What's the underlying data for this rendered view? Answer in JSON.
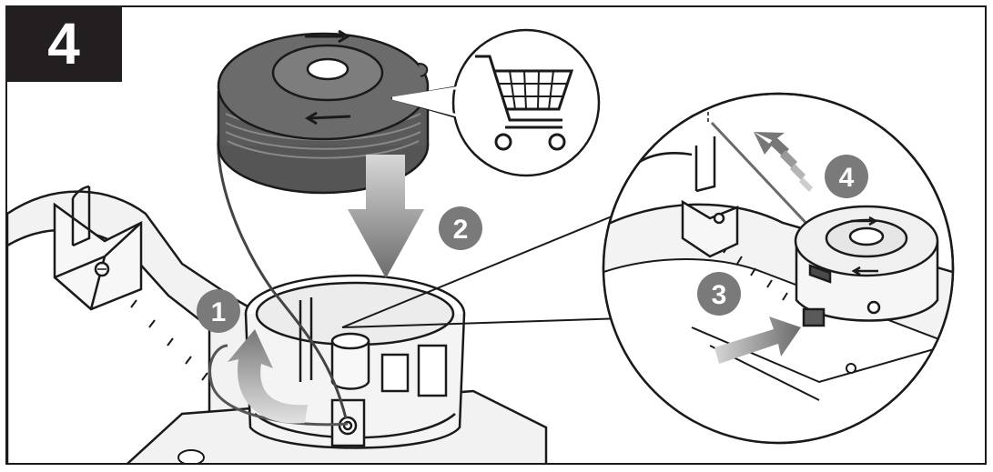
{
  "step": {
    "number": "4"
  },
  "callouts": [
    {
      "id": "1",
      "label": "1"
    },
    {
      "id": "2",
      "label": "2"
    },
    {
      "id": "3",
      "label": "3"
    },
    {
      "id": "4",
      "label": "4"
    }
  ],
  "icons": {
    "cart": "shopping-cart-icon",
    "spool": "spool-icon"
  },
  "colors": {
    "ink": "#231f20",
    "badge": "#7a7a7a",
    "arrow": "#6e6e6e",
    "spool": "#5a5a5a",
    "housing": "#f2f2f2"
  }
}
